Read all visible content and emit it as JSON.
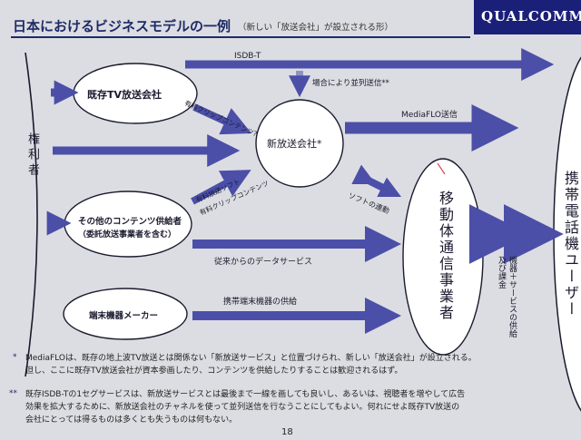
{
  "header": {
    "title": "日本におけるビジネスモデルの一例",
    "subtitle": "（新しい「放送会社」が設立される形）",
    "logo": "QUALCOMM"
  },
  "nodes": {
    "rights_holder": "権利者",
    "existing_tv": "既存TV放送会社",
    "other_content": "その他のコンテンツ供給者",
    "other_content_sub": "（委託放送事業者を含む）",
    "device_maker": "端末機器メーカー",
    "new_broadcaster": "新放送会社*",
    "mobile_operator": "移動体通信事業者",
    "mobile_user": "携帯電話機ユーザー"
  },
  "edges": {
    "isdbt": "ISDB-T",
    "simulcast": "場合により並列送信**",
    "paid_content_q": "有料クリップコンテンツ?",
    "paid_soft": "有料放送ソフト",
    "paid_clip": "有料クリップコンテンツ",
    "mediaflo": "MediaFLO送信",
    "soft_link": "ソフトの連動",
    "data_service": "従来からのデータサービス",
    "device_supply": "携帯端末機器の供給",
    "user_link": "機器＋サービスの供給及び課金"
  },
  "notes": {
    "mark1": "*",
    "note1_line1": "MediaFLOは、既存の地上波TV放送とは関係ない「新放送サービス」と位置づけられ、新しい「放送会社」が設立される。",
    "note1_line2": "但し、ここに既存TV放送会社が資本参画したり、コンテンツを供給したりすることは歓迎されるはず。",
    "mark2": "**",
    "note2_line1": "既存ISDB-Tの1セグサービスは、新放送サービスとは最後まで一線を画しても良いし、あるいは、視聴者を増やして広告",
    "note2_line2": "効果を拡大するために、新放送会社のチャネルを使って並列送信を行なうことにしてもよい。何れにせよ既存TV放送の",
    "note2_line3": "会社にとっては得るものは多くとも失うものは何もない。"
  },
  "page_number": "18",
  "colors": {
    "arrow": "#4b4fa8",
    "title": "#1e2a66",
    "logo_bg": "#1a1f78"
  }
}
